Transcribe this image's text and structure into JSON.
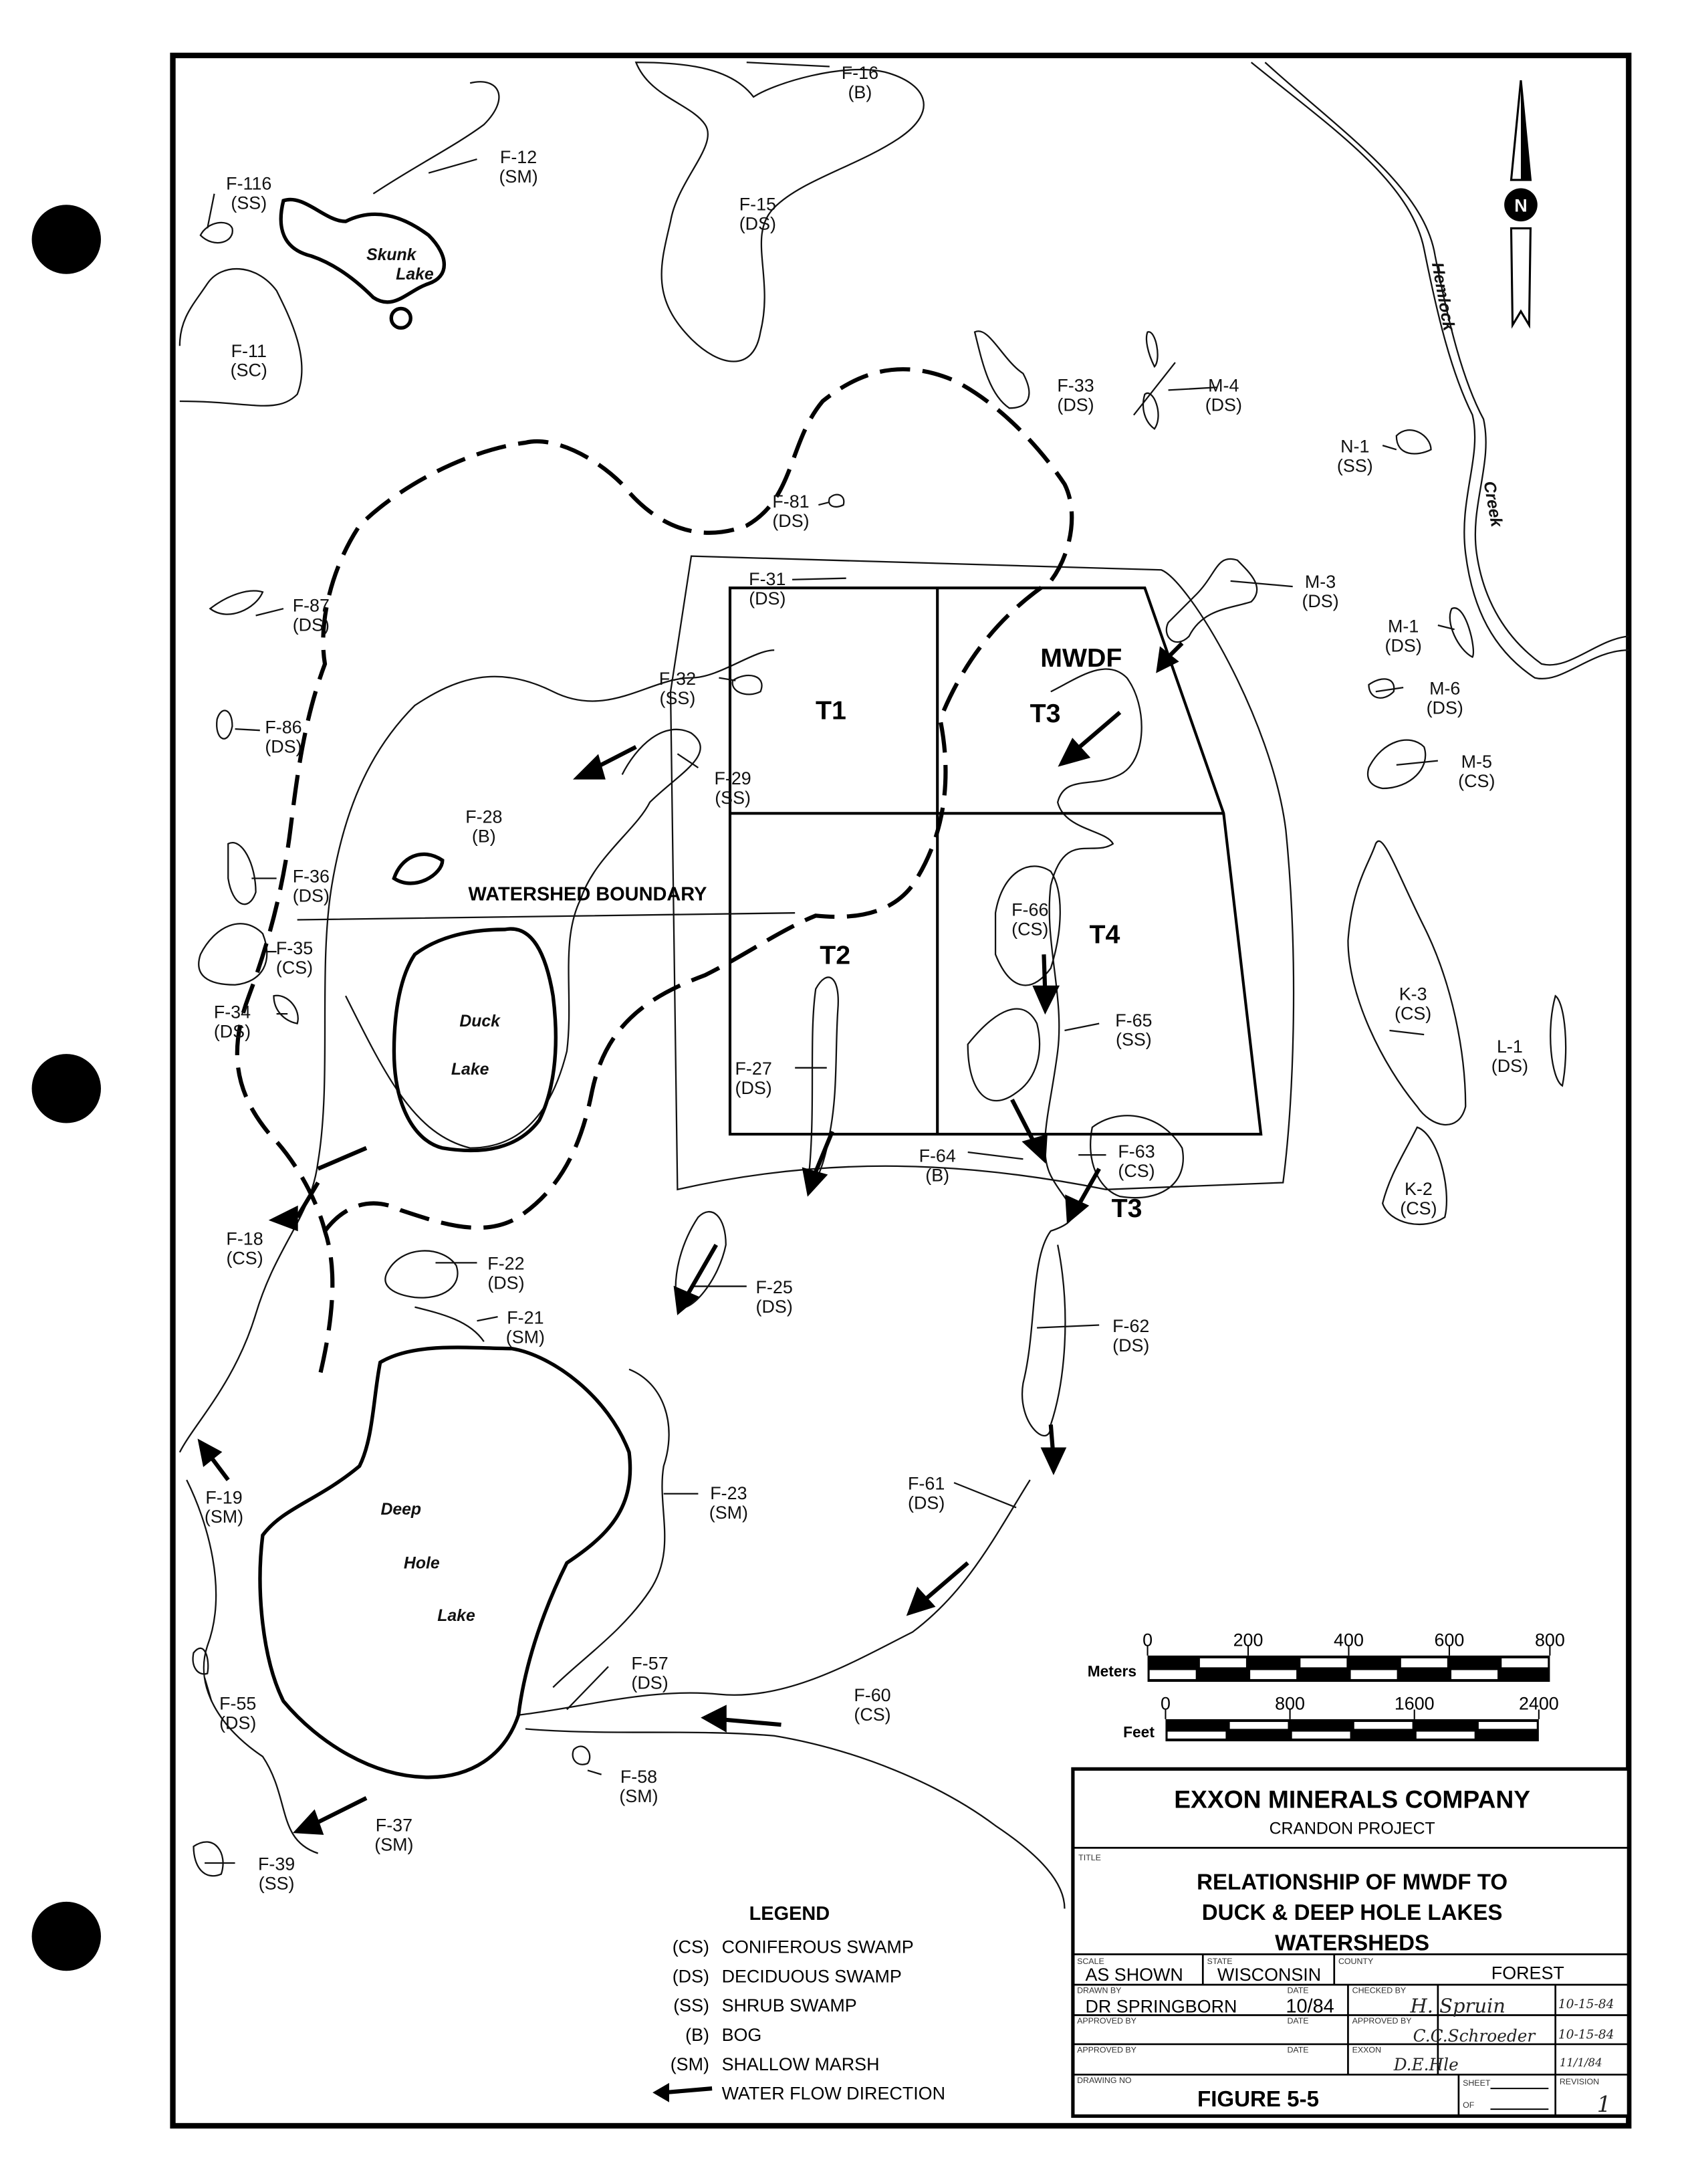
{
  "map": {
    "labels": [
      {
        "name": "F-16",
        "code": "(B)"
      },
      {
        "name": "F-12",
        "code": "(SM)"
      },
      {
        "name": "F-116",
        "code": "(SS)"
      },
      {
        "name": "F-15",
        "code": "(DS)"
      },
      {
        "name": "F-11",
        "code": "(SC)"
      },
      {
        "name": "F-33",
        "code": "(DS)"
      },
      {
        "name": "M-4",
        "code": "(DS)"
      },
      {
        "name": "N-1",
        "code": "(SS)"
      },
      {
        "name": "F-81",
        "code": "(DS)"
      },
      {
        "name": "M-3",
        "code": "(DS)"
      },
      {
        "name": "F-31",
        "code": "(DS)"
      },
      {
        "name": "F-87",
        "code": "(DS)"
      },
      {
        "name": "M-1",
        "code": "(DS)"
      },
      {
        "name": "F-32",
        "code": "(SS)"
      },
      {
        "name": "M-6",
        "code": "(DS)"
      },
      {
        "name": "F-86",
        "code": "(DS)"
      },
      {
        "name": "F-29",
        "code": "(SS)"
      },
      {
        "name": "M-5",
        "code": "(CS)"
      },
      {
        "name": "F-28",
        "code": "(B)"
      },
      {
        "name": "F-36",
        "code": "(DS)"
      },
      {
        "name": "F-66",
        "code": "(CS)"
      },
      {
        "name": "F-35",
        "code": "(CS)"
      },
      {
        "name": "K-3",
        "code": "(CS)"
      },
      {
        "name": "F-65",
        "code": "(SS)"
      },
      {
        "name": "F-34",
        "code": "(DS)"
      },
      {
        "name": "L-1",
        "code": "(DS)"
      },
      {
        "name": "F-27",
        "code": "(DS)"
      },
      {
        "name": "F-64",
        "code": "(B)"
      },
      {
        "name": "F-63",
        "code": "(CS)"
      },
      {
        "name": "K-2",
        "code": "(CS)"
      },
      {
        "name": "F-18",
        "code": "(CS)"
      },
      {
        "name": "F-22",
        "code": "(DS)"
      },
      {
        "name": "F-25",
        "code": "(DS)"
      },
      {
        "name": "F-21",
        "code": "(SM)"
      },
      {
        "name": "F-62",
        "code": "(DS)"
      },
      {
        "name": "F-23",
        "code": "(SM)"
      },
      {
        "name": "F-19",
        "code": "(SM)"
      },
      {
        "name": "F-61",
        "code": "(DS)"
      },
      {
        "name": "F-57",
        "code": "(DS)"
      },
      {
        "name": "F-60",
        "code": "(CS)"
      },
      {
        "name": "F-55",
        "code": "(DS)"
      },
      {
        "name": "F-58",
        "code": "(SM)"
      },
      {
        "name": "F-37",
        "code": "(SM)"
      },
      {
        "name": "F-39",
        "code": "(SS)"
      }
    ],
    "lakes": {
      "skunk": [
        "Skunk",
        "Lake"
      ],
      "duck": [
        "Duck",
        "Lake"
      ],
      "deep_hole": [
        "Deep",
        "Hole",
        "Lake"
      ]
    },
    "creek": [
      "Hemlock",
      "Creek"
    ],
    "facility": "MWDF",
    "tracts": [
      "T1",
      "T3",
      "T2",
      "T4",
      "T3"
    ],
    "watershed_label": "WATERSHED BOUNDARY",
    "north": "N"
  },
  "legend": {
    "title": "LEGEND",
    "items": [
      {
        "code": "(CS)",
        "desc": "CONIFEROUS SWAMP"
      },
      {
        "code": "(DS)",
        "desc": "DECIDUOUS SWAMP"
      },
      {
        "code": "(SS)",
        "desc": "SHRUB SWAMP"
      },
      {
        "code": "(B)",
        "desc": "BOG"
      },
      {
        "code": "(SM)",
        "desc": "SHALLOW MARSH"
      },
      {
        "code": "",
        "desc": "WATER FLOW DIRECTION"
      }
    ]
  },
  "scale": {
    "meters_label": "Meters",
    "meters_ticks": [
      "0",
      "200",
      "400",
      "600",
      "800"
    ],
    "feet_label": "Feet",
    "feet_ticks": [
      "0",
      "800",
      "1600",
      "2400"
    ]
  },
  "title_block": {
    "company": "EXXON MINERALS COMPANY",
    "project": "CRANDON PROJECT",
    "title_caption": "TITLE",
    "title_lines": [
      "RELATIONSHIP OF MWDF TO",
      "DUCK & DEEP HOLE LAKES",
      "WATERSHEDS"
    ],
    "scale_caption": "SCALE",
    "scale": "AS SHOWN",
    "state_caption": "STATE",
    "state": "WISCONSIN",
    "county_caption": "COUNTY",
    "county": "FOREST",
    "drawn_by_caption": "DRAWN BY",
    "drawn_by": "DR SPRINGBORN",
    "date_caption": "DATE",
    "date": "10/84",
    "checked_by_caption": "CHECKED BY",
    "checked_by": "H. Spruin",
    "checked_date": "10-15-84",
    "approved_by_caption": "APPROVED BY",
    "approved_by_2": "C.C.Schroeder",
    "approved_date_2": "10-15-84",
    "exxon_caption": "EXXON",
    "exxon_sign": "D.E.Hle",
    "exxon_date": "11/1/84",
    "drawing_no_caption": "DRAWING NO",
    "drawing_no": "FIGURE 5-5",
    "sheet_caption": "SHEET",
    "of_caption": "OF",
    "rev_caption": "REVISION",
    "rev": "1"
  }
}
